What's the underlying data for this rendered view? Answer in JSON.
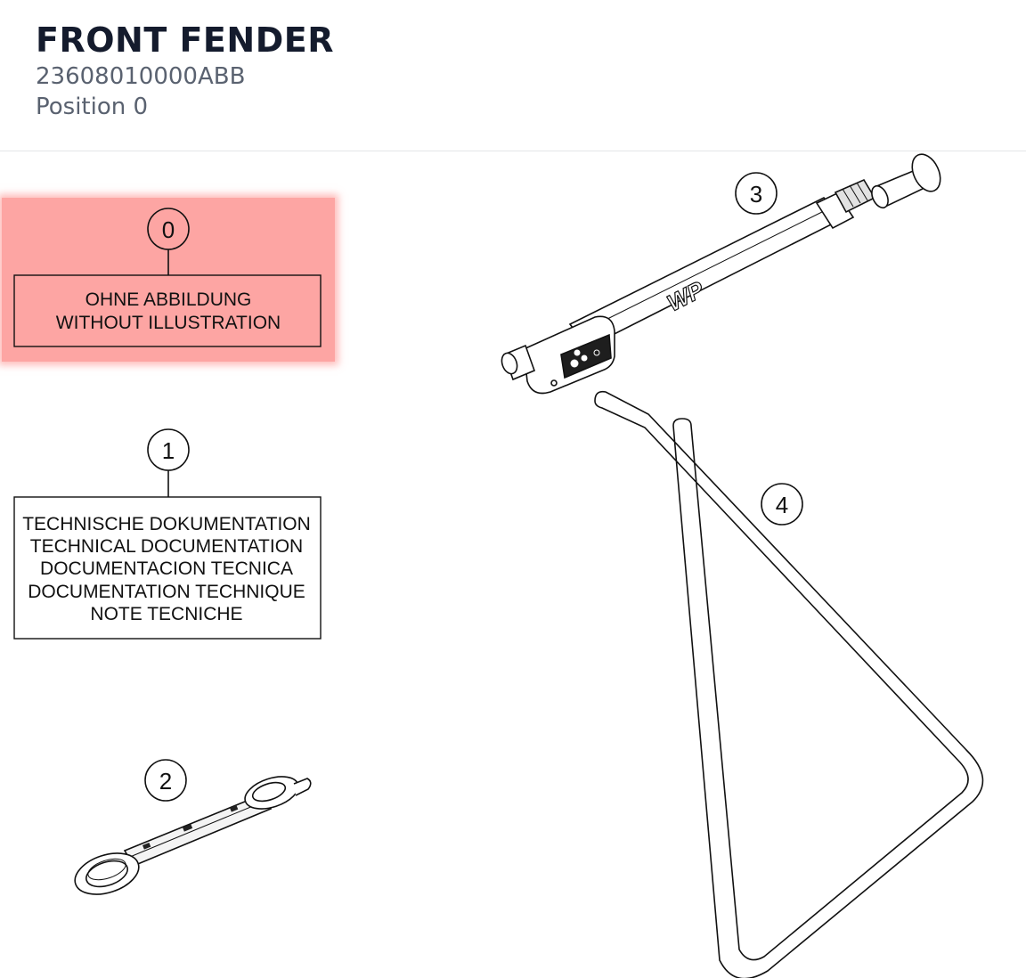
{
  "header": {
    "title": "FRONT FENDER",
    "part_number": "23608010000ABB",
    "position": "Position 0"
  },
  "highlight_color": "#fda5a3",
  "callouts": {
    "c0": "0",
    "c1": "1",
    "c2": "2",
    "c3": "3",
    "c4": "4"
  },
  "notes": {
    "no_illustration": [
      "OHNE ABBILDUNG",
      "WITHOUT ILLUSTRATION"
    ],
    "documentation": [
      "TECHNISCHE DOKUMENTATION",
      "TECHNICAL DOCUMENTATION",
      "DOCUMENTACION TECNICA",
      "DOCUMENTATION TECHNIQUE",
      "NOTE TECNICHE"
    ]
  },
  "pump_logo": "WP"
}
